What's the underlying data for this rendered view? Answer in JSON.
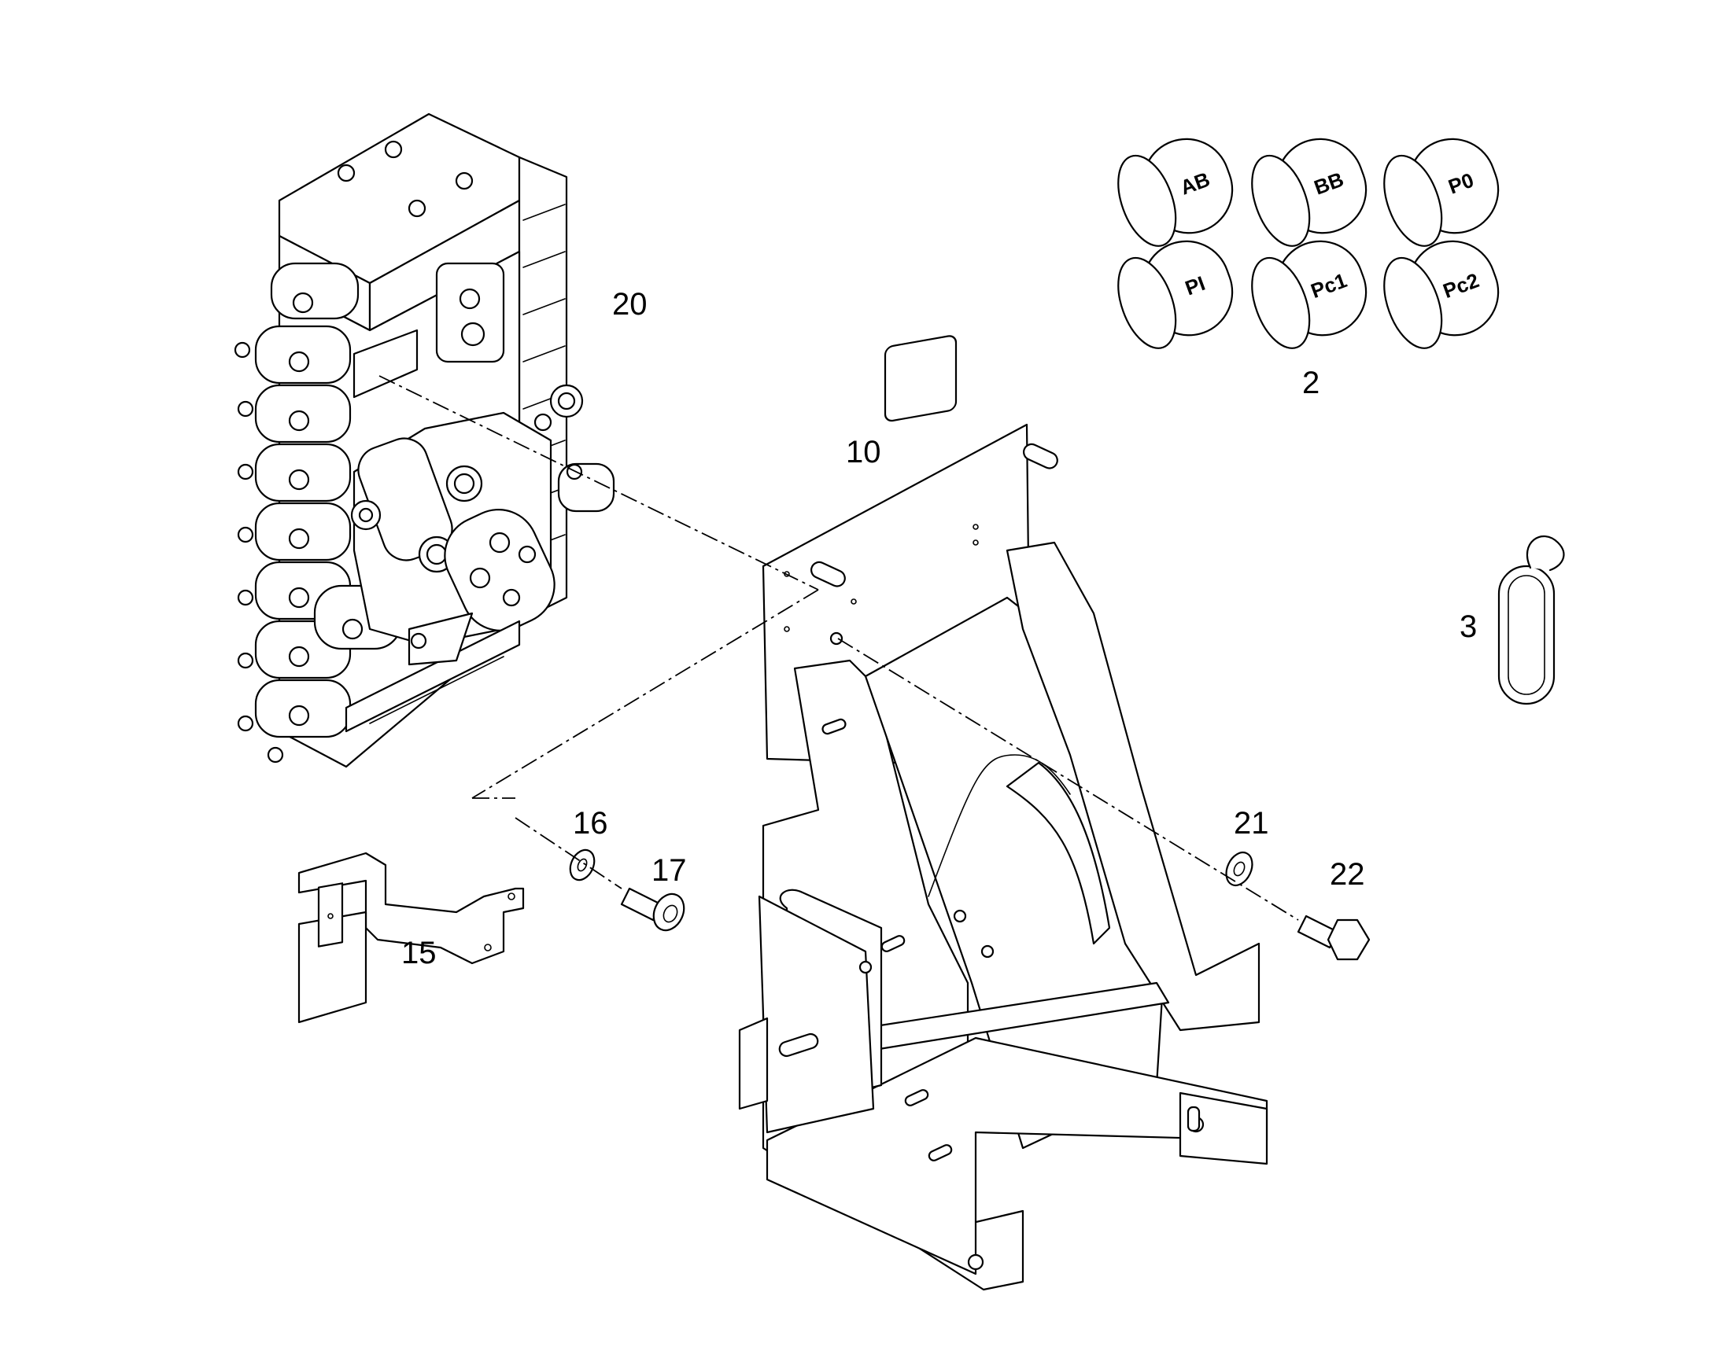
{
  "callouts": {
    "valve": "20",
    "caps": "2",
    "frame": "10",
    "strap": "3",
    "washer_left": "16",
    "screw_left": "17",
    "bracket": "15",
    "washer_right": "21",
    "bolt_right": "22"
  },
  "caps": [
    "AB",
    "BB",
    "P0",
    "PI",
    "Pc1",
    "Pc2"
  ]
}
